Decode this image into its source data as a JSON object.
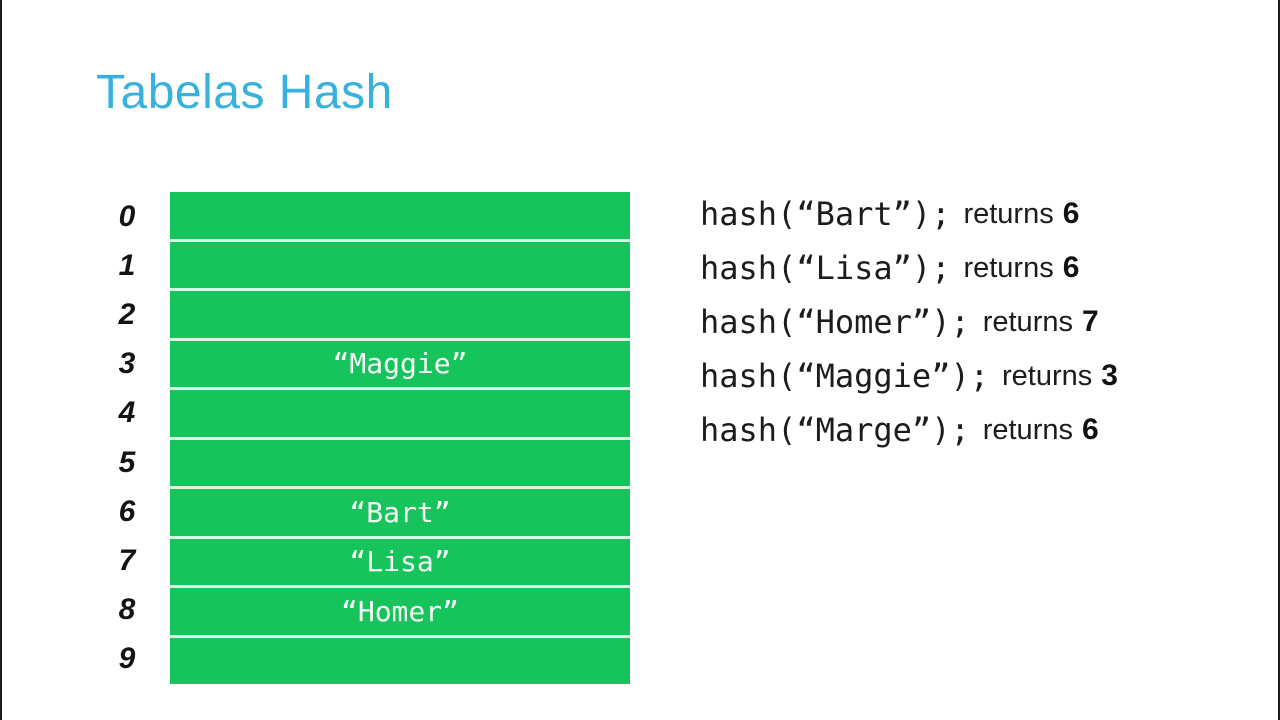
{
  "slide": {
    "title": "Tabelas Hash"
  },
  "colors": {
    "title_accent": "#38b2dd",
    "bucket_green": "#17c35b",
    "bucket_divider": "#ffffff",
    "bucket_text": "#f6fff8",
    "body_text": "#1c1c1c"
  },
  "hash_table": {
    "rows": [
      {
        "index": "0",
        "value": ""
      },
      {
        "index": "1",
        "value": ""
      },
      {
        "index": "2",
        "value": ""
      },
      {
        "index": "3",
        "value": "“Maggie”"
      },
      {
        "index": "4",
        "value": ""
      },
      {
        "index": "5",
        "value": ""
      },
      {
        "index": "6",
        "value": "“Bart”"
      },
      {
        "index": "7",
        "value": "“Lisa”"
      },
      {
        "index": "8",
        "value": "“Homer”"
      },
      {
        "index": "9",
        "value": ""
      }
    ]
  },
  "hash_calls": [
    {
      "call": "hash(“Bart”);",
      "returns_label": "returns",
      "result": "6"
    },
    {
      "call": "hash(“Lisa”);",
      "returns_label": "returns",
      "result": "6"
    },
    {
      "call": "hash(“Homer”);",
      "returns_label": "returns",
      "result": "7"
    },
    {
      "call": "hash(“Maggie”);",
      "returns_label": "returns",
      "result": "3"
    },
    {
      "call": "hash(“Marge”);",
      "returns_label": "returns",
      "result": "6"
    }
  ]
}
